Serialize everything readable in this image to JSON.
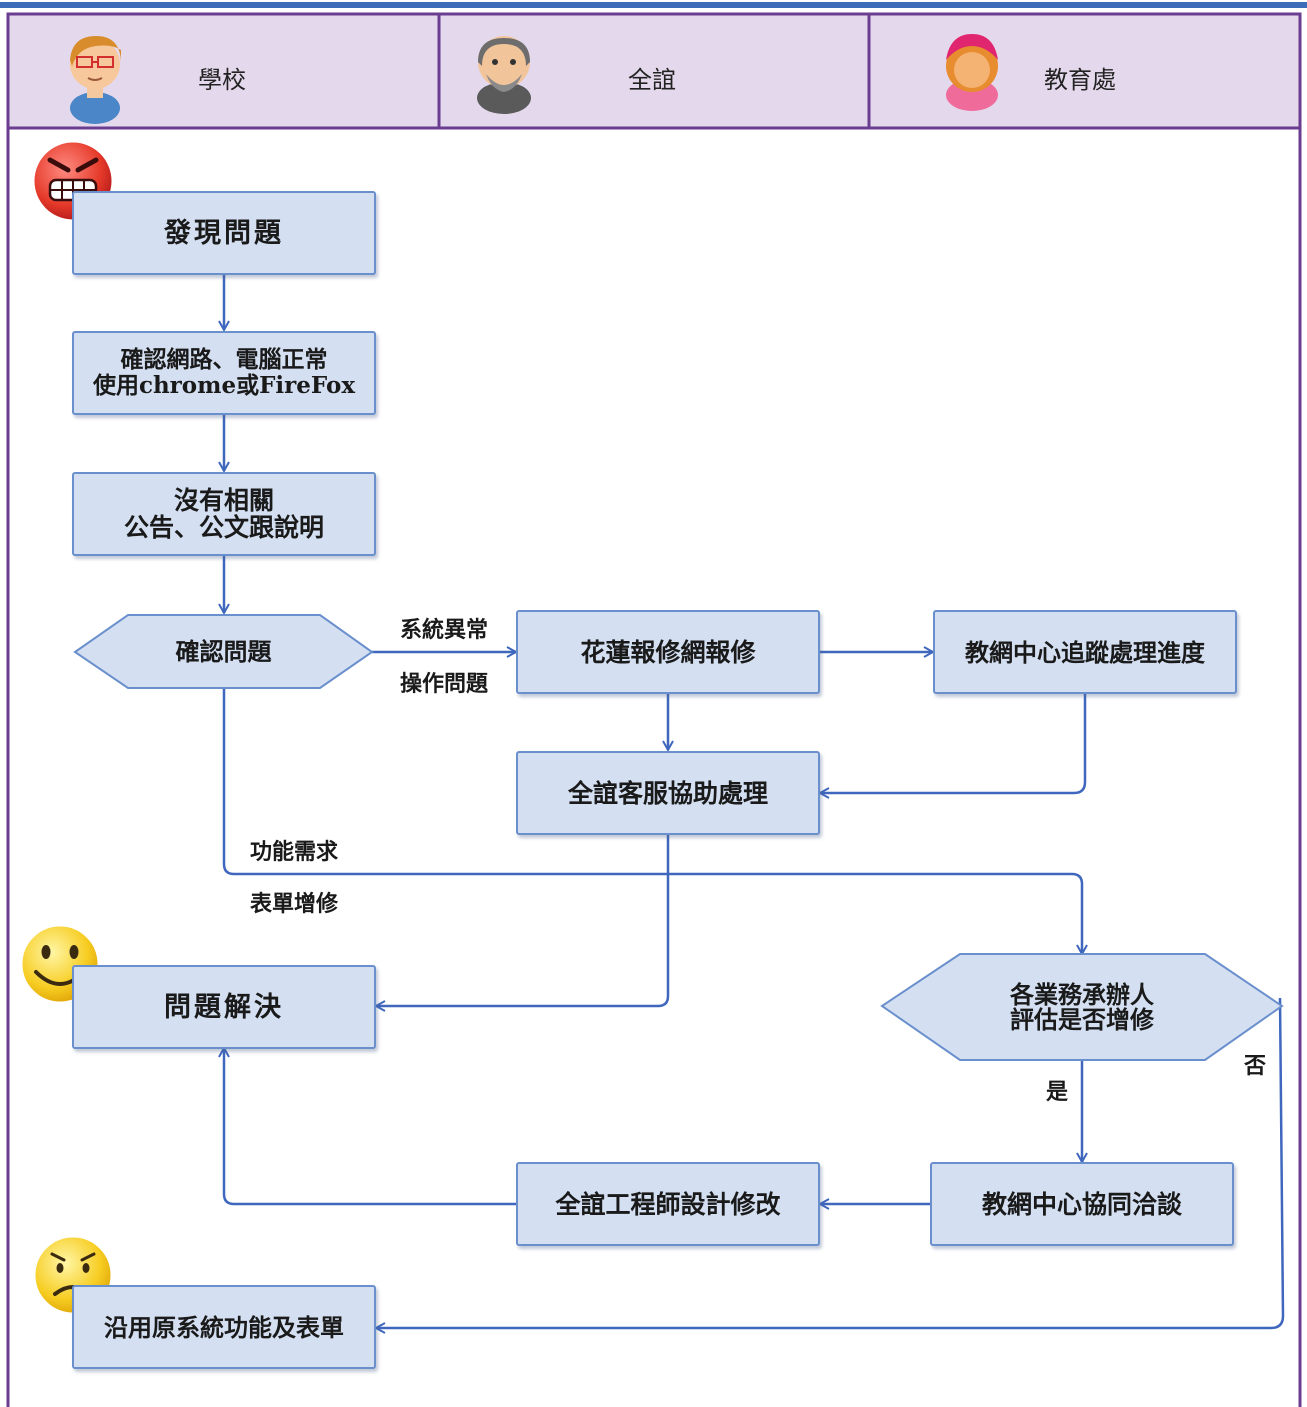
{
  "colors": {
    "frame": "#6a3d90",
    "lane_bg": "#e4d9ec",
    "node_fill": "#d4e0f2",
    "node_border": "#6a8fcd",
    "arrow": "#3f67bd",
    "top_bar": "#3b6db8"
  },
  "lanes": [
    {
      "label": "學校",
      "icon": "teacher-avatar-icon"
    },
    {
      "label": "全誼",
      "icon": "bald-man-avatar-icon"
    },
    {
      "label": "教育處",
      "icon": "woman-avatar-icon"
    }
  ],
  "nodes": {
    "discover": "發現問題",
    "check_network": "確認網路、電腦正常\n使用chrome或FireFox",
    "no_notice": "沒有相關\n公告、公文跟說明",
    "confirm": "確認問題",
    "report_repair": "花蓮報修網報修",
    "track_progress": "教網中心追蹤處理進度",
    "cs_assist": "全誼客服協助處理",
    "solved": "問題解決",
    "evaluate": "各業務承辦人\n評估是否增修",
    "coordinate": "教網中心協同洽談",
    "engineer_modify": "全誼工程師設計修改",
    "keep_original": "沿用原系統功能及表單"
  },
  "edge_labels": {
    "system_error": "系統異常",
    "operation_issue": "操作問題",
    "feature_request": "功能需求",
    "form_change": "表單增修",
    "yes": "是",
    "no": "否"
  },
  "emojis": [
    "angry-face-icon",
    "smiley-face-icon",
    "sad-face-icon"
  ]
}
